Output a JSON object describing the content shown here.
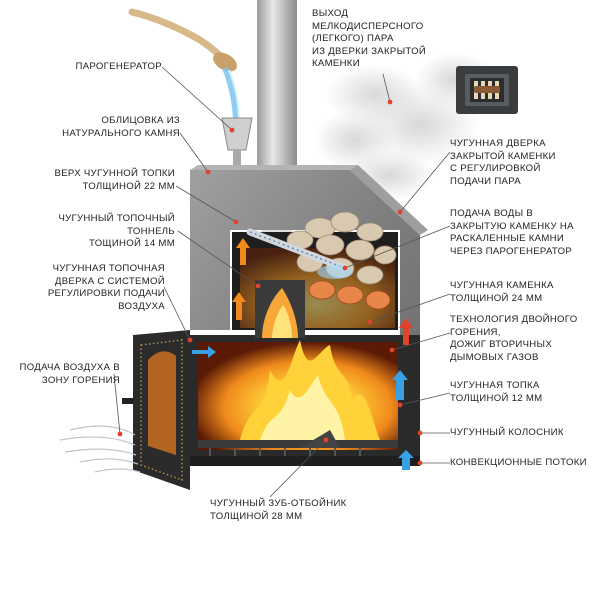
{
  "labels": {
    "steam_generator": "ПАРОГЕНЕРАТОР",
    "stone_cladding": "ОБЛИЦОВКА ИЗ\nНАТУРАЛЬНОГО КАМНЯ",
    "firebox_top": "ВЕРХ ЧУГУННОЙ ТОПКИ\nТОЛЩИНОЙ 22 ММ",
    "fire_tunnel": "ЧУГУННЫЙ ТОПОЧНЫЙ\nТОННЕЛЬ\nТОЩИНОЙ 14 ММ",
    "fire_door": "ЧУГУННАЯ ТОПОЧНАЯ\nДВЕРКА С СИСТЕМОЙ\nРЕГУЛИРОВКИ ПОДАЧИ\nВОЗДУХА",
    "air_supply": "ПОДАЧА ВОЗДУХА В\nЗОНУ ГОРЕНИЯ",
    "steam_outlet": "ВЫХОД\nМЕЛКОДИСПЕРСНОГО\n(ЛЕГКОГО) ПАРА\nИЗ ДВЕРКИ ЗАКРЫТОЙ\nКАМЕНКИ",
    "heater_door": "ЧУГУННАЯ ДВЕРКА\nЗАКРЫТОЙ КАМЕНКИ\nС РЕГУЛИРОВКОЙ\nПОДАЧИ ПАРА",
    "water_supply": "ПОДАЧА ВОДЫ В\nЗАКРЫТУЮ КАМЕНКУ НА\nРАСКАЛЕННЫЕ КАМНИ\nЧЕРЕЗ ПАРОГЕНЕРАТОР",
    "heater_chamber": "ЧУГУННАЯ КАМЕНКА\nТОЛЩИНОЙ 24 ММ",
    "double_combustion": "ТЕХНОЛОГИЯ ДВОЙНОГО\nГОРЕНИЯ,\nДОЖИГ ВТОРИЧНЫХ\nДЫМОВЫХ ГАЗОВ",
    "firebox": "ЧУГУННАЯ ТОПКА\nТОЛЩИНОЙ 12 ММ",
    "grate": "ЧУГУННЫЙ КОЛОСНИК",
    "convection": "КОНВЕКЦИОННЫЕ ПОТОКИ",
    "deflector": "ЧУГУННЫЙ ЗУБ-ОТБОЙНИК\nТОЛЩИНОЙ 28 ММ"
  },
  "colors": {
    "flame_orange": "#f08a1c",
    "flame_yellow": "#ffd23a",
    "air_blue": "#3aa0e6",
    "stone_gray": "#8c8c8c",
    "cast_iron": "#2a2a2a",
    "marker_red": "#e0432c"
  },
  "icons": [
    "ladle-icon",
    "water-stream-icon",
    "heater-door-icon",
    "air-arrow-icon",
    "hot-gas-arrow-icon",
    "steam-cloud-icon"
  ]
}
